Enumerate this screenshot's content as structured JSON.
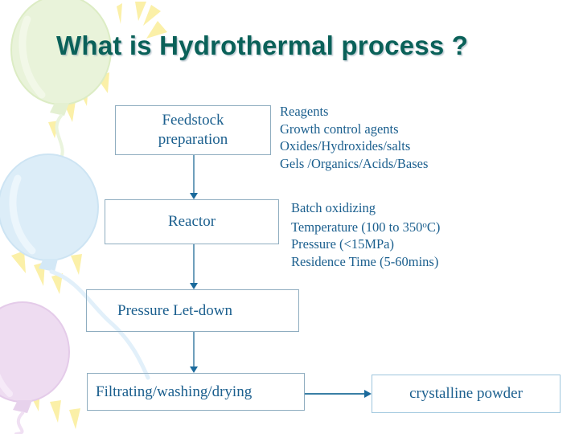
{
  "slide": {
    "title": "What is Hydrothermal process ?",
    "title_color": "#0a6159",
    "background_color": "#ffffff",
    "box_text_color": "#1b5f8e",
    "box_border_color": "#8fadc0",
    "arrow_color": "#1b6a9c"
  },
  "flow": {
    "boxes": [
      {
        "id": "feedstock",
        "line1": "Feedstock",
        "line2": "preparation"
      },
      {
        "id": "reactor",
        "label": "Reactor"
      },
      {
        "id": "pressure",
        "label": "Pressure Let-down"
      },
      {
        "id": "filtrating",
        "label": "Filtrating/washing/drying"
      },
      {
        "id": "crystalline",
        "label": "crystalline powder"
      }
    ]
  },
  "annotations": {
    "feedstock": {
      "lines": [
        "Reagents",
        "Growth control agents",
        "Oxides/Hydroxides/salts",
        "Gels /Organics/Acids/Bases"
      ]
    },
    "reactor": {
      "line1": "Batch oxidizing",
      "temperature_prefix": "Temperature (100 to 350",
      "temperature_superscript": "o",
      "temperature_suffix": "C)",
      "line3": "Pressure (<15MPa)",
      "line4": "Residence Time (5-60mins)"
    }
  },
  "decor": {
    "balloon_green": "#e4f0d2",
    "balloon_blue": "#dceef8",
    "balloon_purple": "#ecd9ef",
    "ray_yellow": "#fbf0a8"
  }
}
